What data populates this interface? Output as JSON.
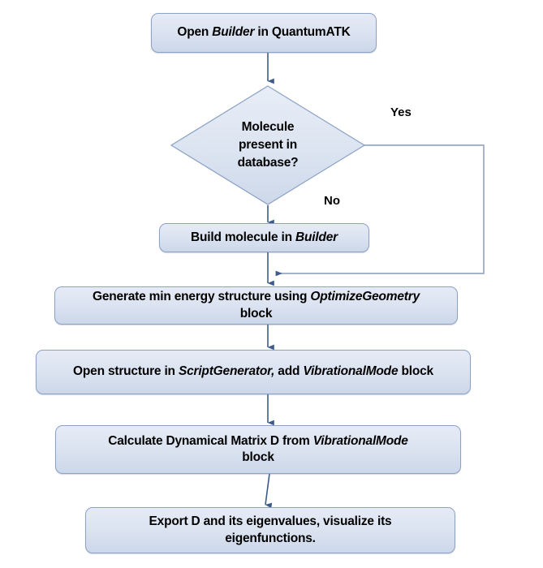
{
  "diagram": {
    "title": "QuantumATK vibrational mode analysis workflow",
    "type": "flowchart",
    "background_color": "#ffffff",
    "node_fill_color": "#dce3f0",
    "node_border_color": "#8ba2c4",
    "arrow_color": "#3d5a8a",
    "connector_color": "#9aa9c4",
    "text_color": "#000000"
  },
  "nodes": {
    "start": {
      "shape": "rounded-rectangle",
      "line1_a": "Open ",
      "line1_em": "Builder",
      "line1_b": " in QuantumATK"
    },
    "decision": {
      "shape": "diamond",
      "line1": "Molecule",
      "line2": "present in",
      "line3": "database?"
    },
    "build": {
      "shape": "rounded-rectangle",
      "line1_a": "Build molecule in ",
      "line1_em": "Builder",
      "line1_b": ""
    },
    "optimize": {
      "shape": "rounded-rectangle",
      "line1_a": "Generate min energy structure using ",
      "line1_em": "OptimizeGeometry",
      "line1_b": "",
      "line2": "block"
    },
    "script": {
      "shape": "rounded-rectangle",
      "line1_a": "Open structure in ",
      "line1_em": "ScriptGenerator,",
      "line1_b": " add ",
      "line1_em2": "VibrationalMode",
      "line1_c": " block"
    },
    "dynmatrix": {
      "shape": "rounded-rectangle",
      "line1_a": "Calculate Dynamical Matrix D from ",
      "line1_em": "VibrationalMode",
      "line1_b": "",
      "line2": "block"
    },
    "export": {
      "shape": "rounded-rectangle",
      "line1": "Export D and its eigenvalues, visualize its",
      "line2": "eigenfunctions."
    }
  },
  "branches": {
    "yes_label": "Yes",
    "no_label": "No"
  }
}
